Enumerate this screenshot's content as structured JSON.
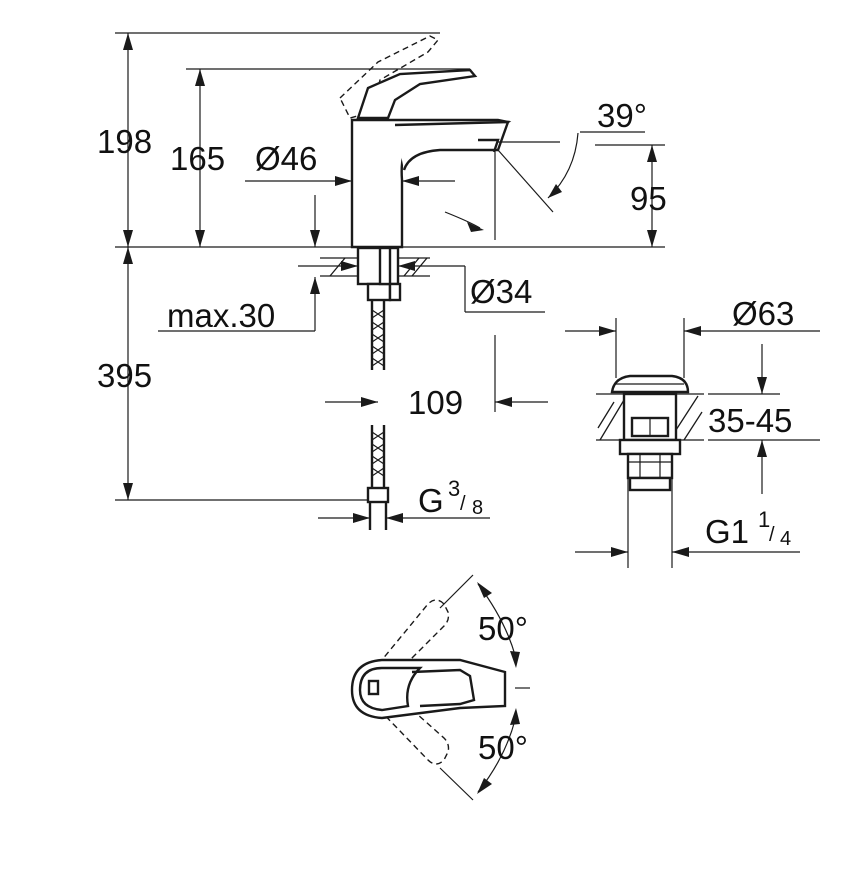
{
  "labels": {
    "height_total": "198",
    "height_spout": "165",
    "diameter_body": "Ø46",
    "spout_angle": "39°",
    "spout_height": "95",
    "max_thickness": "max.30",
    "diameter_shank": "Ø34",
    "depth_below": "395",
    "projection": "109",
    "connection_main": "G",
    "connection_num": "3",
    "connection_den": "8",
    "waste_diameter": "Ø63",
    "waste_range": "35-45",
    "waste_thread_main": "G1",
    "waste_thread_num": "1",
    "waste_thread_den": "4",
    "rotation_up": "50°",
    "rotation_down": "50°"
  }
}
